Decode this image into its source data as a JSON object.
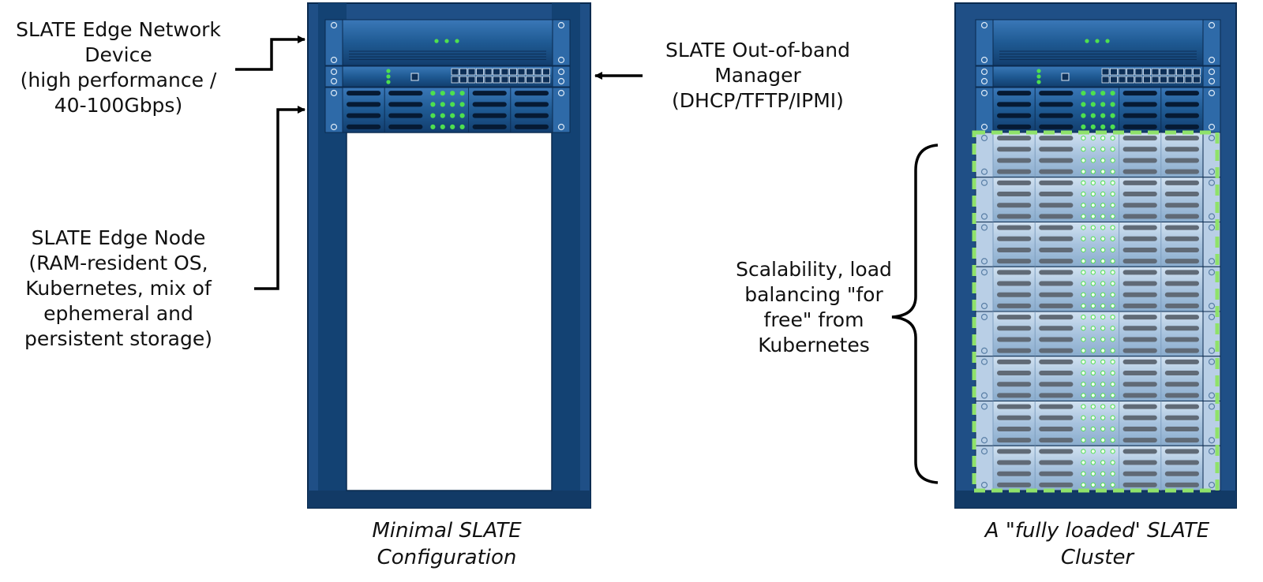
{
  "labels": {
    "network_device": [
      "SLATE Edge Network",
      "Device",
      "(high performance /",
      "40-100Gbps)"
    ],
    "edge_node": [
      "SLATE Edge Node",
      "(RAM-resident OS,",
      "Kubernetes, mix of",
      "ephemeral and",
      "persistent storage)"
    ],
    "oob_manager": [
      "SLATE Out-of-band",
      "Manager",
      "(DHCP/TFTP/IPMI)"
    ],
    "scalability": [
      "Scalability, load",
      "balancing \"for",
      "free\" from",
      "Kubernetes"
    ]
  },
  "captions": {
    "minimal": [
      "Minimal SLATE",
      "Configuration"
    ],
    "full": [
      "A \"fully loaded' SLATE",
      "Cluster"
    ]
  },
  "colors": {
    "rack_dark": "#0f3a6b",
    "rack_mid": "#1f5a93",
    "unit_light": "#a8c3de",
    "led_green": "#4ee04e",
    "dashed_highlight": "#8fe26a"
  },
  "racks": {
    "minimal": {
      "units": [
        "network-switch",
        "management-switch",
        "storage-node"
      ]
    },
    "full": {
      "units": [
        "network-switch",
        "management-switch",
        "storage-node",
        "compute-node",
        "compute-node",
        "compute-node",
        "compute-node",
        "compute-node",
        "compute-node",
        "compute-node",
        "compute-node"
      ],
      "highlighted_count": 8
    }
  }
}
